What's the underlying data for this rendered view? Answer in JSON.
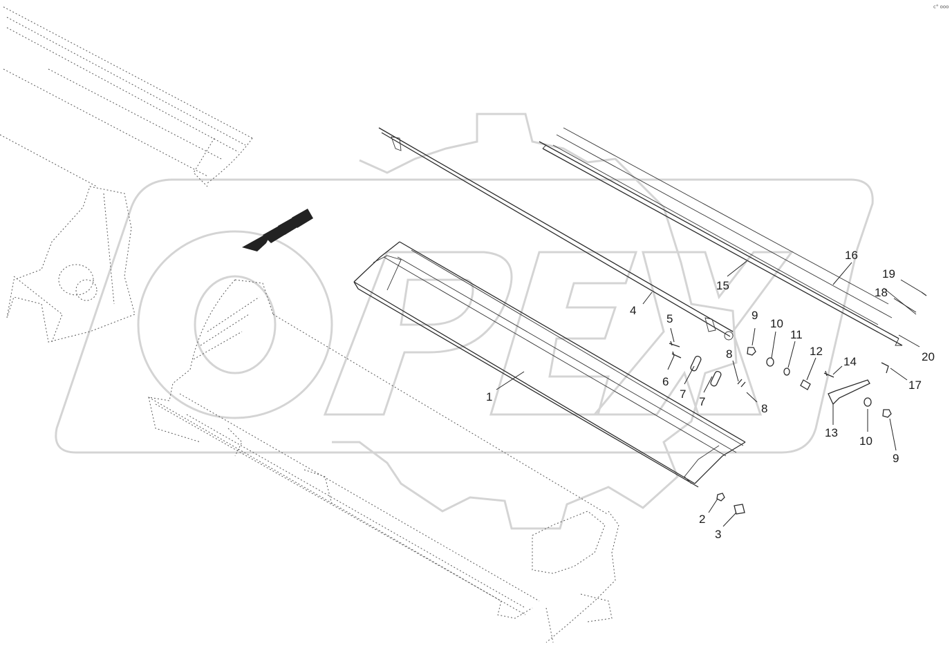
{
  "callouts": [
    {
      "text": "1"
    },
    {
      "text": "2"
    },
    {
      "text": "3"
    },
    {
      "text": "4"
    },
    {
      "text": "5"
    },
    {
      "text": "6"
    },
    {
      "text": "7"
    },
    {
      "text": "7"
    },
    {
      "text": "8"
    },
    {
      "text": "8"
    },
    {
      "text": "9"
    },
    {
      "text": "10"
    },
    {
      "text": "11"
    },
    {
      "text": "12"
    },
    {
      "text": "13"
    },
    {
      "text": "14"
    },
    {
      "text": "15"
    },
    {
      "text": "16"
    },
    {
      "text": "17"
    },
    {
      "text": "18"
    },
    {
      "text": "19"
    },
    {
      "text": "20"
    },
    {
      "text": "10"
    },
    {
      "text": "9"
    }
  ],
  "corner_mark": "c° ooo",
  "watermark": {
    "color": "#d4d4d4"
  },
  "line_color": "#2a2a2a"
}
